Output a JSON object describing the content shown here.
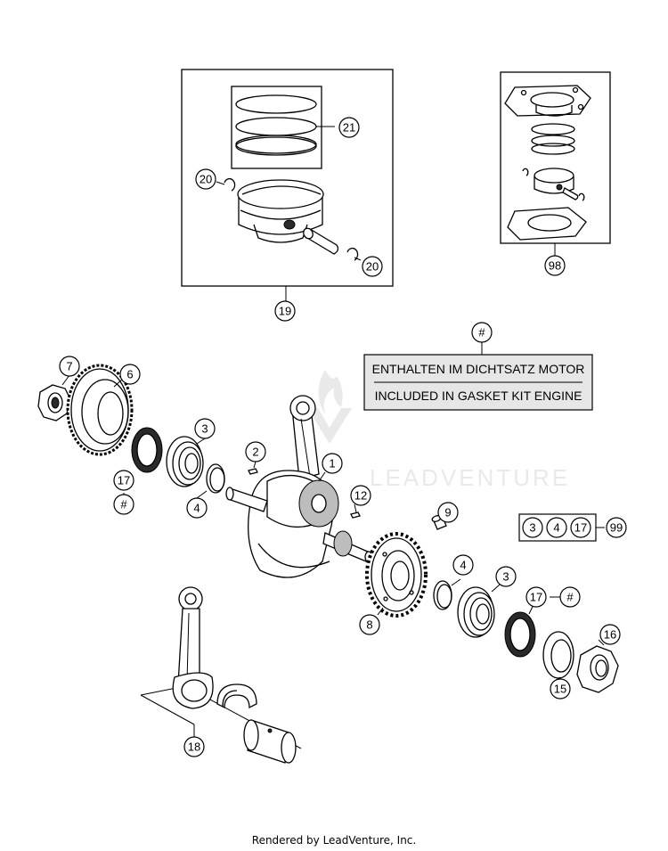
{
  "callouts": {
    "c1": "1",
    "c2": "2",
    "c3a": "3",
    "c3b": "3",
    "c4a": "4",
    "c4b": "4",
    "c6": "6",
    "c7": "7",
    "c8": "8",
    "c9": "9",
    "c12": "12",
    "c15": "15",
    "c16": "16",
    "c17a": "17",
    "c17b": "17",
    "c18": "18",
    "c19": "19",
    "c20a": "20",
    "c20b": "20",
    "c21": "21",
    "c98": "98",
    "c99": "99",
    "hash_a": "#",
    "hash_b": "#",
    "hash_c": "#"
  },
  "kit_99": {
    "items": [
      "3",
      "4",
      "17"
    ]
  },
  "gasket_note": {
    "line_de": "ENTHALTEN IM DICHTSATZ MOTOR",
    "line_en": "INCLUDED IN GASKET KIT ENGINE"
  },
  "watermark": "LEADVENTURE",
  "footer": "Rendered by LeadVenture, Inc."
}
